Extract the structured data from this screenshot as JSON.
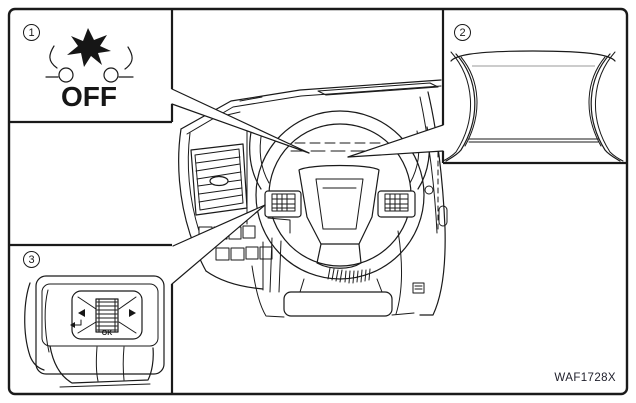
{
  "figure": {
    "code": "WAF1728X",
    "callouts": [
      {
        "number": "1",
        "icon": "collision-warning-off-icon",
        "label_text": "OFF"
      },
      {
        "number": "2",
        "icon": "instrument-display-screen"
      },
      {
        "number": "3",
        "icon": "steering-wheel-ok-switch",
        "label_text": "OK"
      }
    ]
  },
  "colors": {
    "line": "#1a1a1a",
    "muted_line": "#9a9a9a",
    "background": "#ffffff"
  }
}
